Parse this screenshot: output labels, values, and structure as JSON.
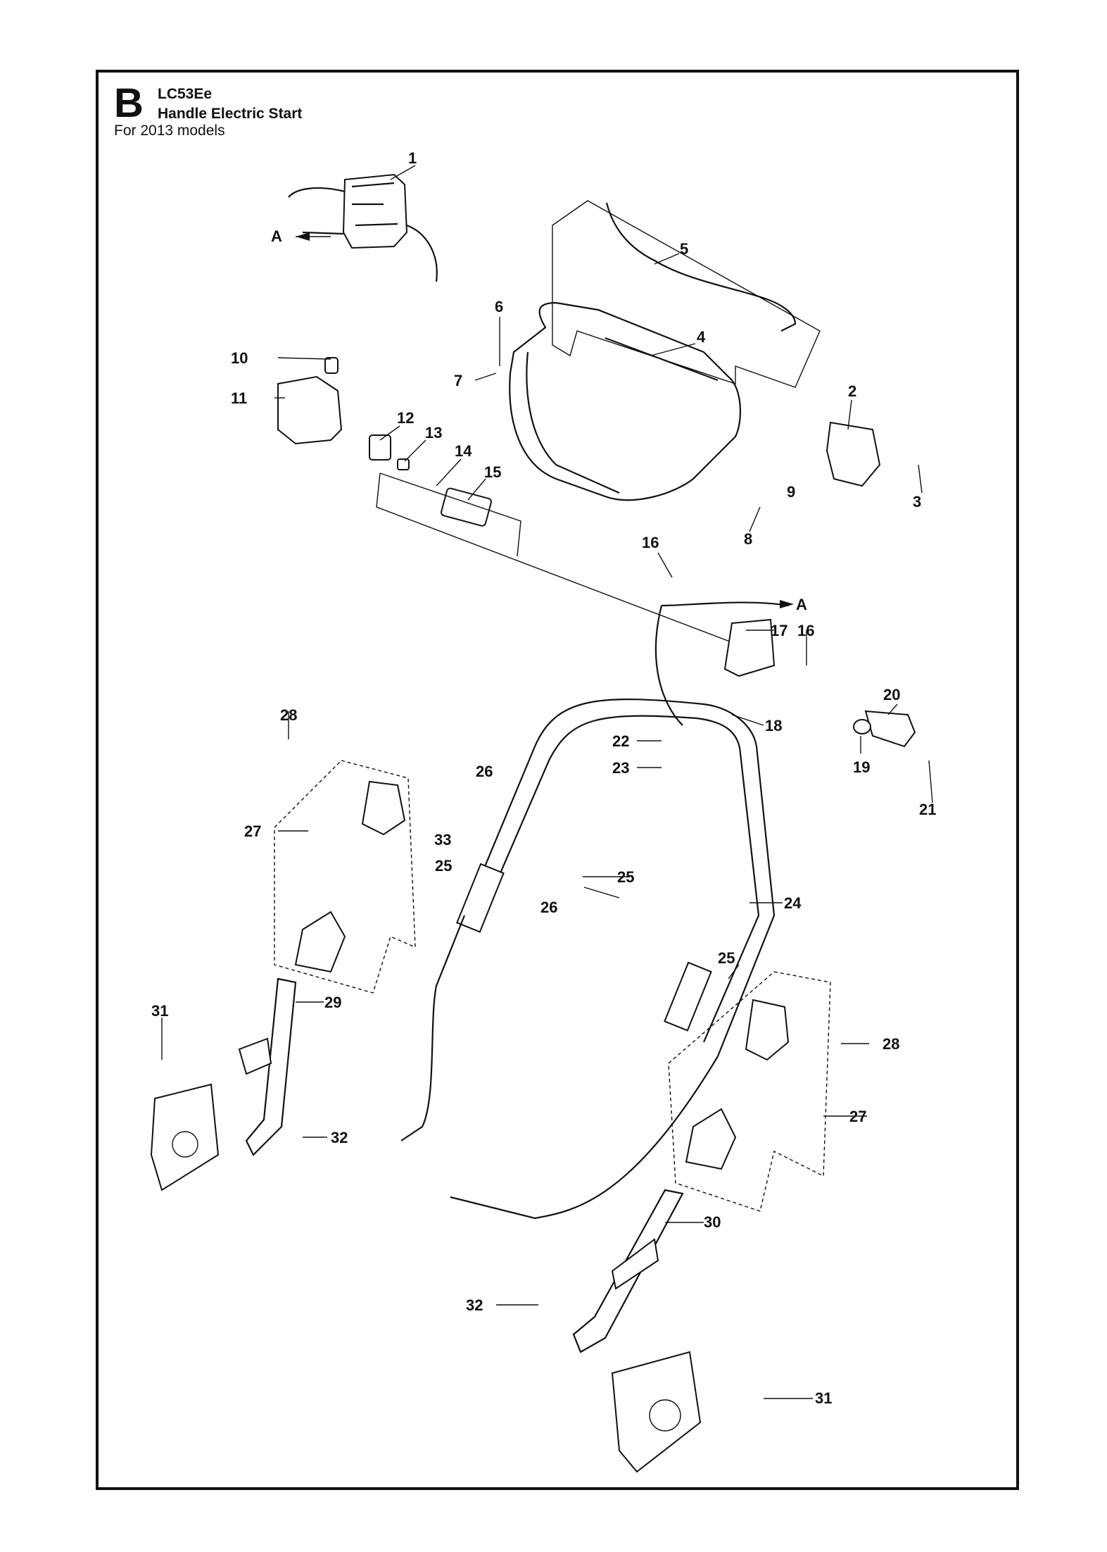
{
  "header": {
    "section": "B",
    "model": "LC53Ee",
    "title": "Handle Electric Start",
    "note": "For 2013 models"
  },
  "callouts": [
    "1",
    "2",
    "3",
    "4",
    "5",
    "6",
    "7",
    "8",
    "9",
    "10",
    "11",
    "12",
    "13",
    "14",
    "15",
    "16",
    "16",
    "17",
    "18",
    "19",
    "20",
    "21",
    "22",
    "23",
    "24",
    "25",
    "25",
    "25",
    "26",
    "26",
    "27",
    "27",
    "28",
    "28",
    "29",
    "30",
    "31",
    "31",
    "32",
    "32",
    "33",
    "A",
    "A"
  ]
}
